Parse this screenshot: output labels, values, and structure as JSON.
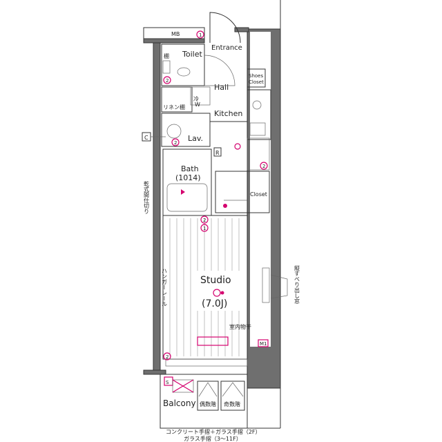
{
  "rooms": {
    "mb": "MB",
    "entrance": "Entrance",
    "toilet": "Toilet",
    "shelf": "棚",
    "hall": "Hall",
    "shoes_closet_l1": "Shoes",
    "shoes_closet_l2": "Closet",
    "linen_shelf": "リネン棚",
    "w_mark": "W",
    "fridge_mark": "冷",
    "kitchen": "Kitchen",
    "lav": "Lav.",
    "bath": "Bath",
    "bath_size": "(1014)",
    "closet": "Closet",
    "studio": "Studio",
    "studio_size": "(7.0J)",
    "drying_rack": "室内物干",
    "balcony": "Balcony",
    "even_floor": "偶数階",
    "odd_floor": "奇数階",
    "c_mark": "C",
    "r_mark": "R",
    "s_mark": "S",
    "m1_mark": "M1",
    "sensor_1a": "1",
    "sensor_2a": "2",
    "sensor_2b": "2",
    "sensor_1b": "1",
    "sensor_2c": "2",
    "sensor_2d": "2",
    "sensor_2e": "2"
  },
  "side_notes": {
    "dry_partition": "乾式間仕切り",
    "hanger_rail": "ハンガーレール",
    "sliding_window": "縦すべり出し窓"
  },
  "footer": {
    "line1": "コンクリート手摺＋ガラス手摺（2F）",
    "line2": "ガラス手摺（3〜11F）"
  },
  "colors": {
    "accent": "#d4006e",
    "wall": "#6f6f6f"
  }
}
